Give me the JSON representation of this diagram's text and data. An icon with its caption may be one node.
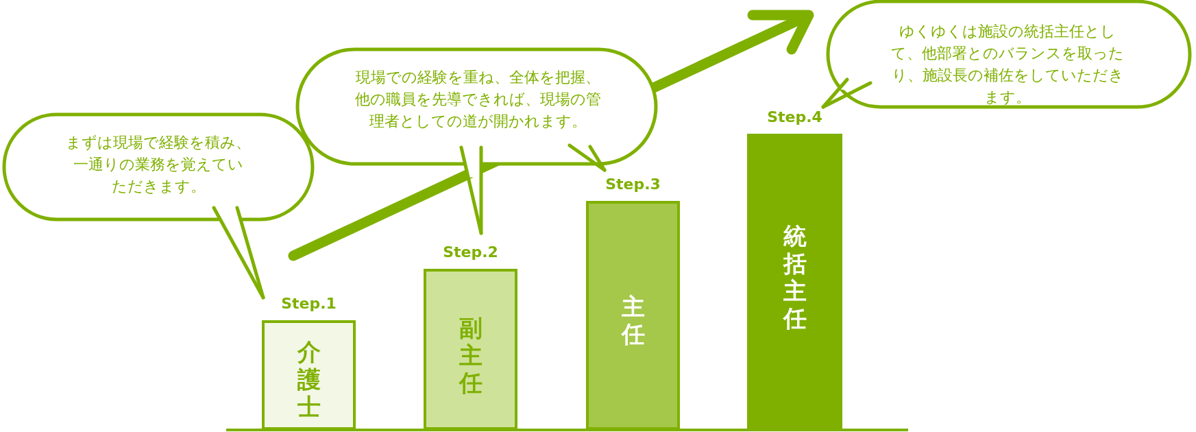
{
  "diagram": {
    "nodes": [
      {
        "text": [
          "まずは現場で経験を積み、一通りの業務を覚えていただきます。"
        ]
      },
      {
        "text": [
          "現場での経験を重ね、全体を把握、他の職員を先導できれば、現場の管理者としての道が開かれます。"
        ]
      },
      {
        "text": [
          "ゆくゆくは施設の統括主任として、他部署とのバランスを取ったり、施設長の補佐をしていただきます。"
        ]
      },
      {
        "text": [
          "Step.1",
          "介護士"
        ]
      },
      {
        "text": [
          "Step.2",
          "副主任"
        ]
      },
      {
        "text": [
          "Step.3",
          "主任"
        ]
      },
      {
        "text": [
          "Step.4",
          "統括主任"
        ]
      }
    ]
  }
}
